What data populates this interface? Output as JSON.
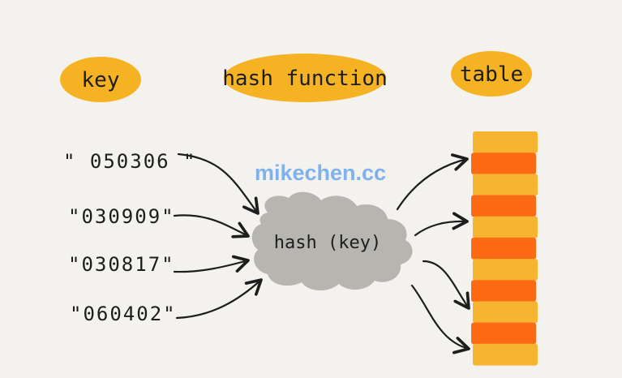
{
  "headers": {
    "key": "key",
    "hash_function": "hash function",
    "table": "table"
  },
  "keys": [
    "\" 050306 \"",
    "\"030909\"",
    "\"030817\"",
    "\"060402\""
  ],
  "hash_label": "hash (key)",
  "watermark": "mikechen.cc",
  "colors": {
    "background": "#f3f2ef",
    "pill": "#f5b324",
    "cloud": "#b7b5b0",
    "slot_light": "#f6b430",
    "slot_dark": "#fd6a14",
    "watermark": "#7fb2ec"
  },
  "table": {
    "slot_count": 11
  }
}
